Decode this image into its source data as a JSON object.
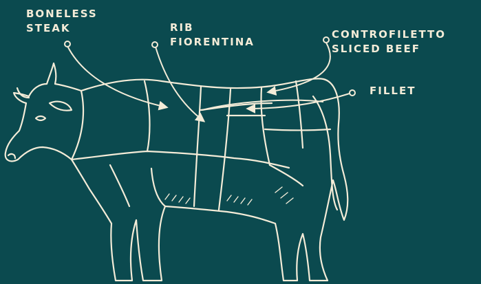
{
  "colors": {
    "background": "#0b4a4f",
    "ink": "#f4ecd8"
  },
  "labels": {
    "boneless_steak": [
      "BONELESS",
      "STEAK"
    ],
    "rib_fiorentina": [
      "RIB",
      "FIORENTINA"
    ],
    "controfiletto": [
      "CONTROFILETTO",
      "SLICED BEEF"
    ],
    "fillet": [
      "FILLET"
    ]
  }
}
